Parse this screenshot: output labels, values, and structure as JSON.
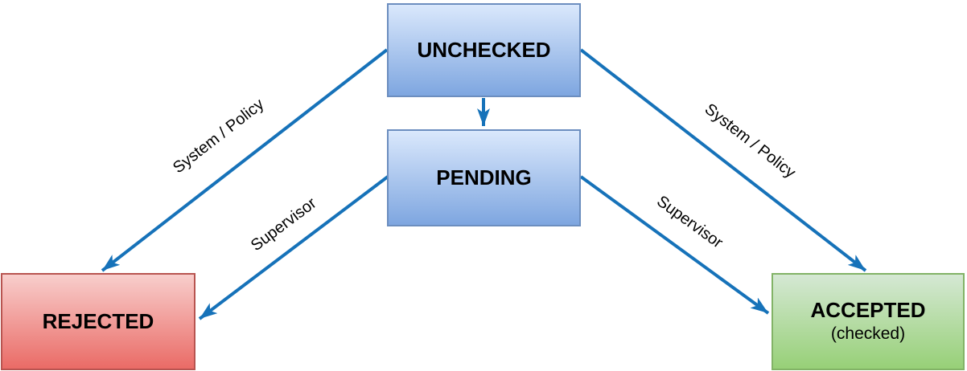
{
  "diagram": {
    "type": "state-transition-flowchart",
    "nodes": {
      "unchecked": {
        "label": "UNCHECKED"
      },
      "pending": {
        "label": "PENDING"
      },
      "rejected": {
        "label": "REJECTED"
      },
      "accepted": {
        "label": "ACCEPTED",
        "sublabel": "(checked)"
      }
    },
    "edges": {
      "unchecked_to_pending": {
        "from": "unchecked",
        "to": "pending",
        "label": ""
      },
      "unchecked_to_rejected": {
        "from": "unchecked",
        "to": "rejected",
        "label": "System / Policy"
      },
      "unchecked_to_accepted": {
        "from": "unchecked",
        "to": "accepted",
        "label": "System / Policy"
      },
      "pending_to_rejected": {
        "from": "pending",
        "to": "rejected",
        "label": "Supervisor"
      },
      "pending_to_accepted": {
        "from": "pending",
        "to": "accepted",
        "label": "Supervisor"
      }
    }
  },
  "colors": {
    "arrow": "#1672b9",
    "blue_fill_top": "#dae8fc",
    "blue_fill_bottom": "#7ea6e0",
    "blue_stroke": "#6c8ebf",
    "red_fill_top": "#f8cecc",
    "red_fill_bottom": "#ea6b66",
    "red_stroke": "#b85450",
    "green_fill_top": "#d5e8d4",
    "green_fill_bottom": "#97d077",
    "green_stroke": "#82b366",
    "text": "#000000",
    "background": "#ffffff"
  }
}
